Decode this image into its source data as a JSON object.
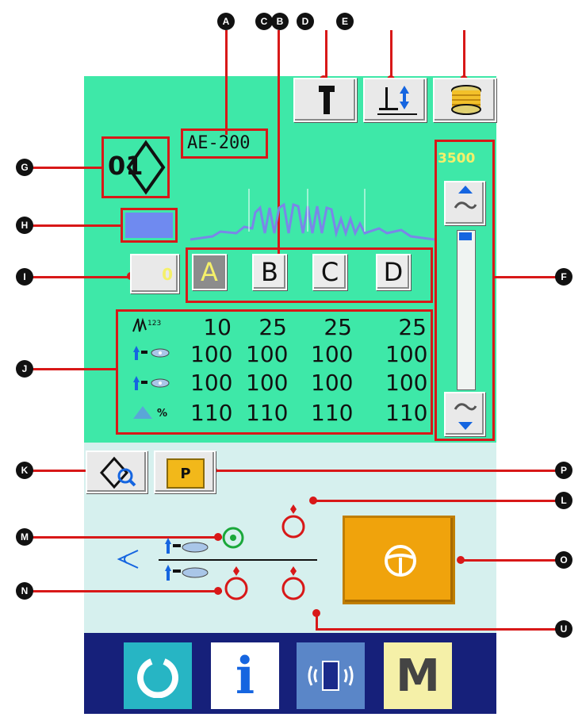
{
  "markers": {
    "a": "A",
    "c": "C",
    "b": "B",
    "d": "D",
    "e": "E",
    "g": "G",
    "h": "H",
    "i": "I",
    "j": "J",
    "f": "F",
    "k": "K",
    "p": "P",
    "l": "L",
    "m": "M",
    "o": "O",
    "n": "N",
    "u": "U"
  },
  "header": {
    "model_name": "AE-200",
    "pattern_number": "01"
  },
  "speed": {
    "value": "3500"
  },
  "counter": {
    "value": "0"
  },
  "patterns": {
    "tabs": [
      "A",
      "B",
      "C",
      "D"
    ],
    "selected": "A"
  },
  "table": {
    "rows": [
      {
        "icon": "stitch-count-icon",
        "values": [
          "10",
          "25",
          "25",
          "25"
        ]
      },
      {
        "icon": "needle-thread-tension-icon",
        "values": [
          "100",
          "100",
          "100",
          "100"
        ]
      },
      {
        "icon": "bobbin-thread-tension-icon",
        "values": [
          "100",
          "100",
          "100",
          "100"
        ]
      },
      {
        "icon": "scale-percent-icon",
        "unit": "%",
        "values": [
          "110",
          "110",
          "110",
          "110"
        ]
      }
    ]
  },
  "folder_button": {
    "label": "P"
  },
  "bottom_tiles": {
    "m_label": "M",
    "info_label": "i"
  },
  "colors": {
    "screen_green": "#3ee8a8",
    "screen_light": "#d6f0ee",
    "nav_blue": "#16207a",
    "start_orange": "#f0a30c",
    "marker_red": "#d81818"
  }
}
